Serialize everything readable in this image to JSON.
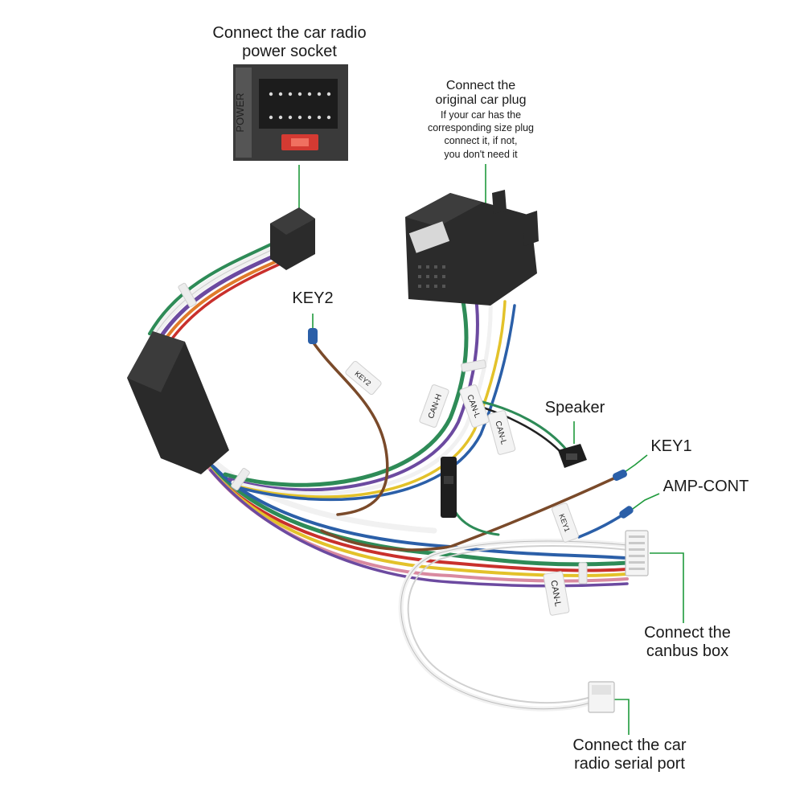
{
  "callouts": {
    "power_socket": {
      "line1": "Connect the car radio",
      "line2": "power socket"
    },
    "original_plug": {
      "line1": "Connect the",
      "line2": "original car plug",
      "note1": "If your car has the",
      "note2": "corresponding size plug",
      "note3": "connect it, if not,",
      "note4": "you don't need it"
    },
    "key2": "KEY2",
    "speaker": "Speaker",
    "key1": "KEY1",
    "amp_cont": "AMP-CONT",
    "canbus": {
      "line1": "Connect the",
      "line2": "canbus box"
    },
    "serial": {
      "line1": "Connect the car",
      "line2": "radio  serial port"
    }
  },
  "photo_text": {
    "power_panel": "POWER",
    "tag_can_h": "CAN-H",
    "tag_can_l_1": "CAN-L",
    "tag_can_l_2": "CAN-L",
    "tag_can_l_3": "CAN-L",
    "tag_key1": "KEY1",
    "tag_key2": "KEY2"
  },
  "colors": {
    "leader_line": "#1f9a3c",
    "connector_black": "#2b2b2b",
    "wire_white": "#f1f1f1",
    "wire_green": "#2e8b57",
    "wire_brown": "#7a4a2a",
    "wire_blue": "#2b5fa8",
    "wire_red": "#c9302c",
    "wire_yellow": "#e3c22a",
    "wire_purple": "#6c4aa0",
    "wire_orange": "#e07a2a",
    "wire_pink": "#d98aa0"
  }
}
